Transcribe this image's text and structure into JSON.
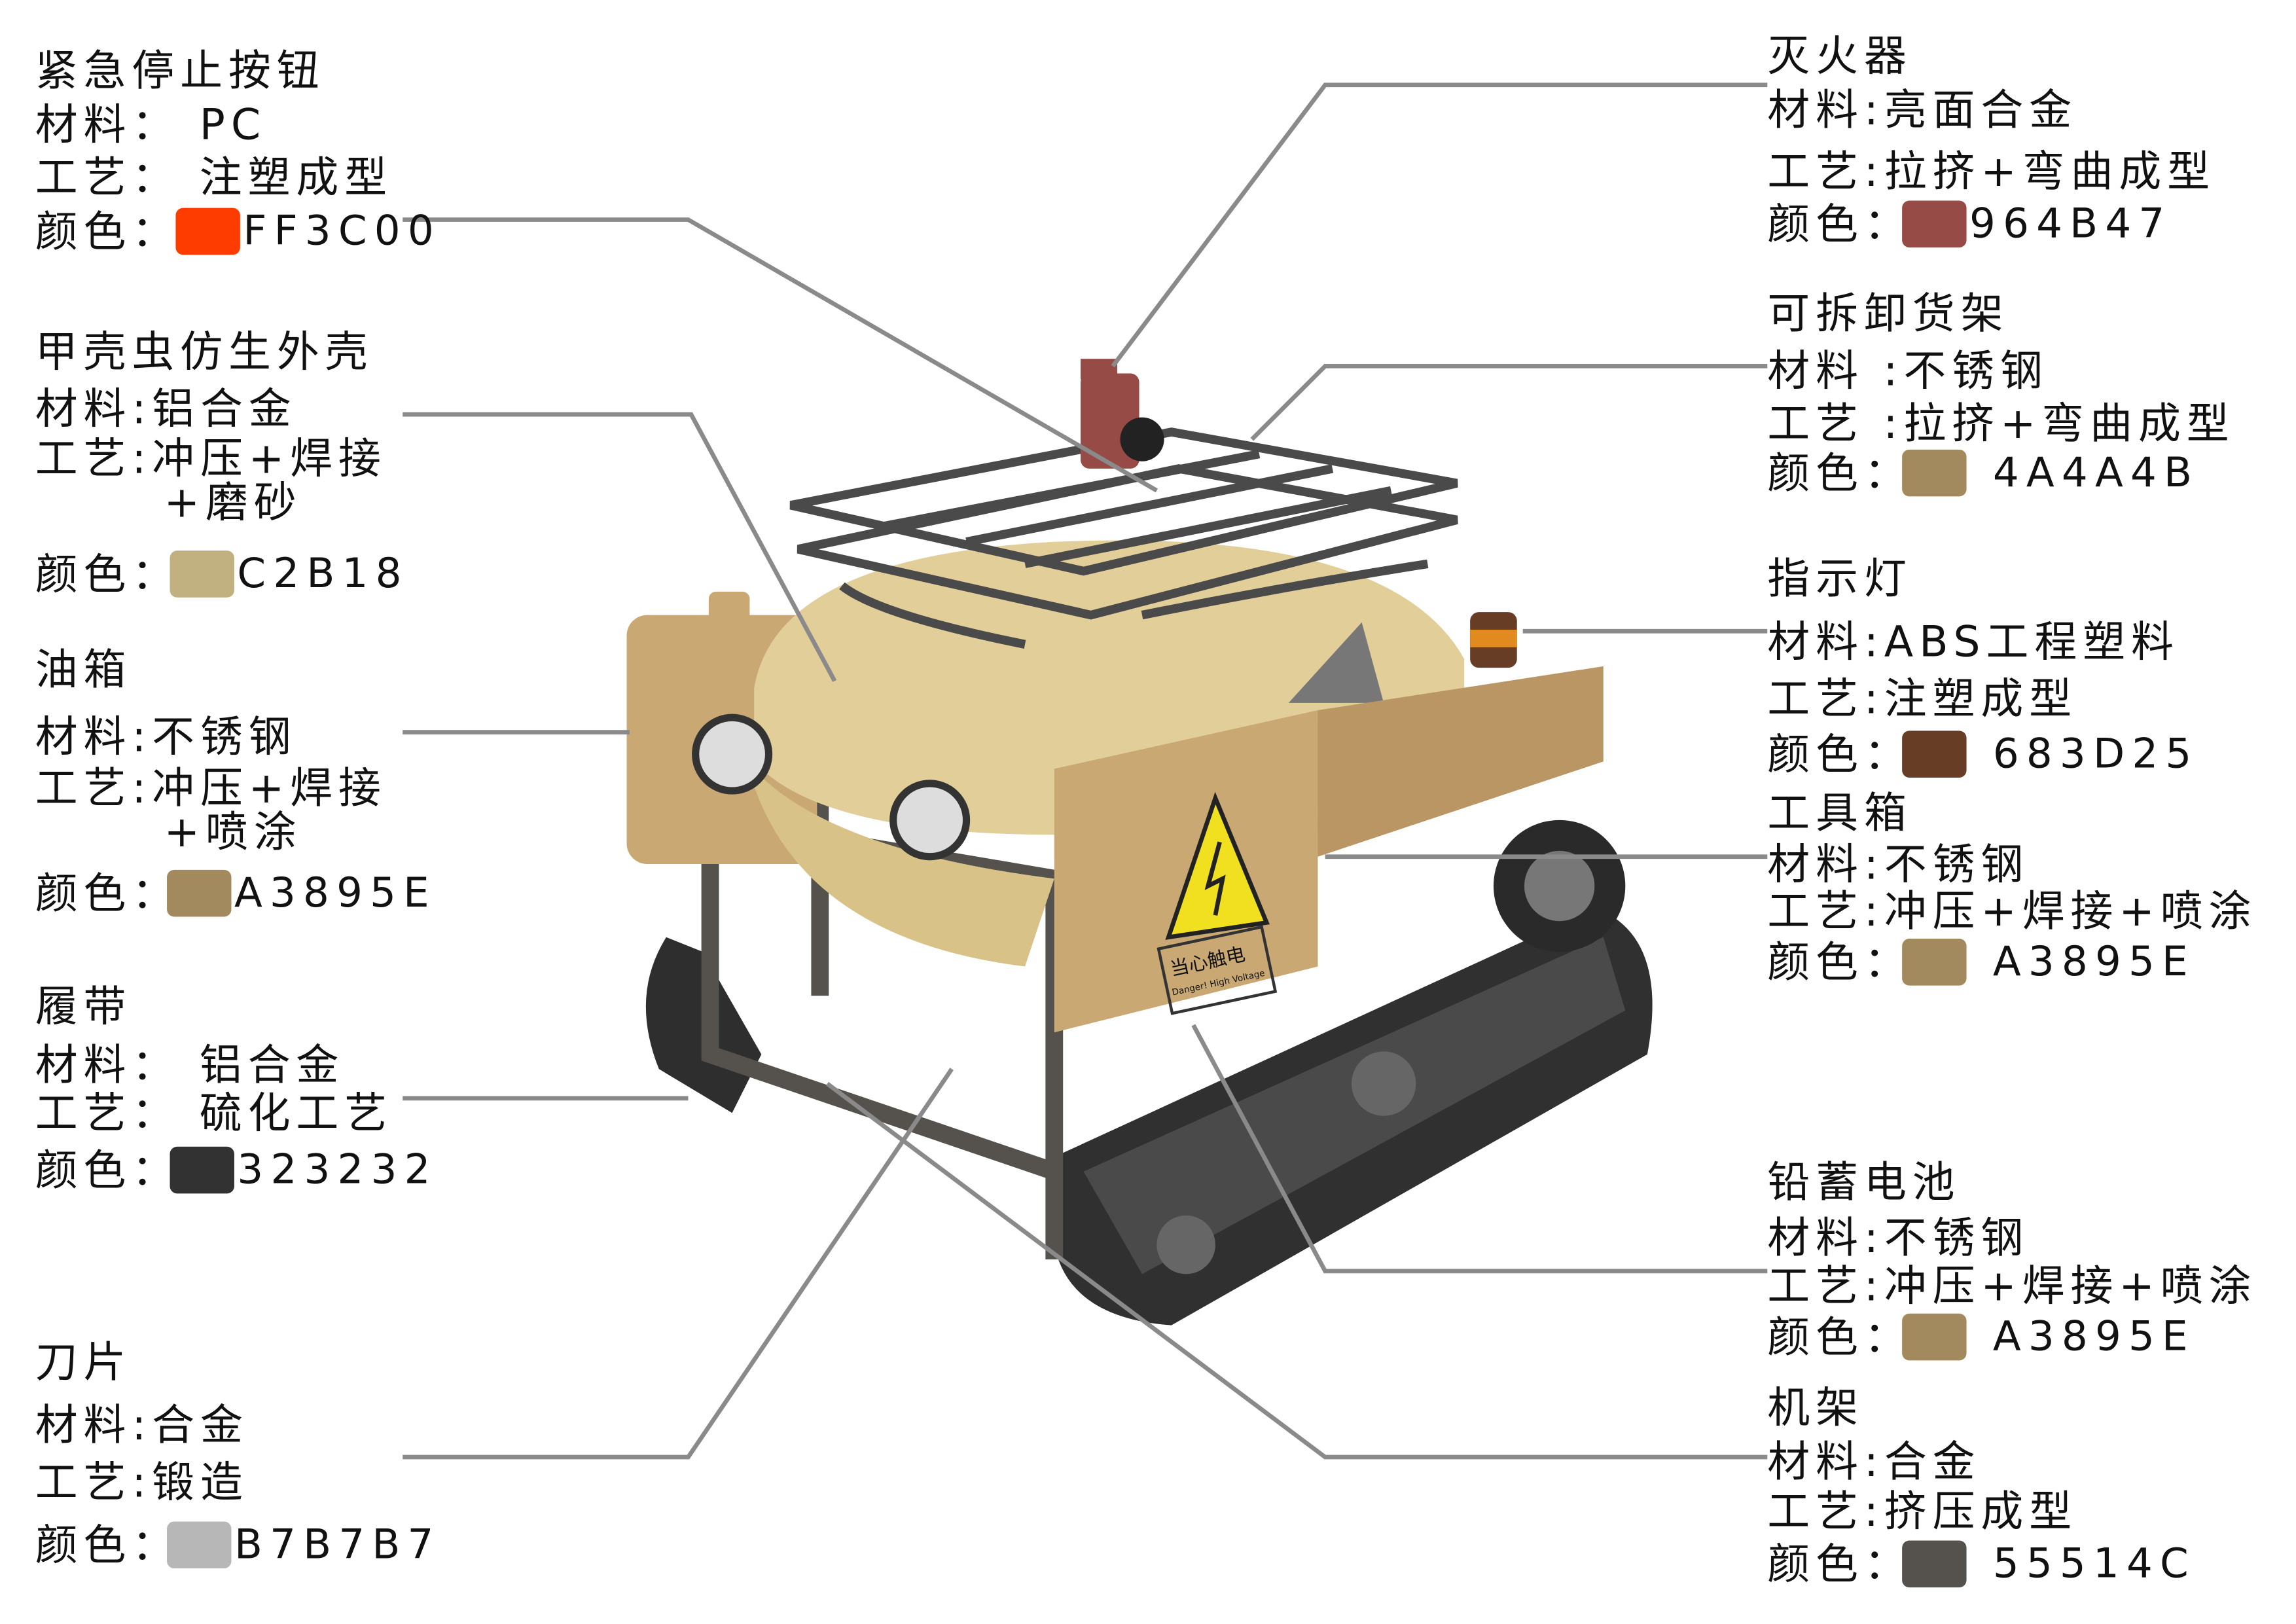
{
  "components": [
    {
      "title": "紧急停止按钮",
      "material": "材料： PC",
      "process": [
        "工艺： 注塑成型"
      ],
      "color_label": "颜色：",
      "color_code": "FF3C00",
      "swatch": "#FF3C00"
    },
    {
      "title": "甲壳虫仿生外壳",
      "material": "材料:铝合金",
      "process": [
        "工艺:冲压+焊接",
        "+磨砂"
      ],
      "color_label": "颜色：",
      "color_code": "C2B18",
      "swatch": "#C2B180"
    },
    {
      "title": "油箱",
      "material": "材料:不锈钢",
      "process": [
        "工艺:冲压+焊接",
        "+喷涂"
      ],
      "color_label": "颜色：",
      "color_code": "A3895E",
      "swatch": "#A3895E"
    },
    {
      "title": "履带",
      "material": "材料： 铝合金",
      "process": [
        "工艺： 硫化工艺"
      ],
      "color_label": "颜色：",
      "color_code": "323232",
      "swatch": "#323232"
    },
    {
      "title": "刀片",
      "material": "材料:合金",
      "process": [
        "工艺:锻造"
      ],
      "color_label": "颜色：",
      "color_code": "B7B7B7",
      "swatch": "#B7B7B7"
    },
    {
      "title": "灭火器",
      "material": "材料:亮面合金",
      "process": [
        "工艺:拉挤+弯曲成型"
      ],
      "color_label": "颜色：",
      "color_code": "964B47",
      "swatch": "#964B47"
    },
    {
      "title": "可拆卸货架",
      "material": "材料 :不锈钢",
      "process": [
        "工艺 :拉挤+弯曲成型"
      ],
      "color_label": "颜色：",
      "color_code": "4A4A4B",
      "swatch": "#A3895E"
    },
    {
      "title": "指示灯",
      "material": "材料:ABS工程塑料",
      "process": [
        "工艺:注塑成型"
      ],
      "color_label": "颜色：",
      "color_code": "683D25",
      "swatch": "#683D25"
    },
    {
      "title": "工具箱",
      "material": "材料:不锈钢",
      "process": [
        "工艺:冲压+焊接+喷涂"
      ],
      "color_label": "颜色：",
      "color_code": "A3895E",
      "swatch": "#A3895E"
    },
    {
      "title": "铅蓄电池",
      "material": "材料:不锈钢",
      "process": [
        "工艺:冲压+焊接+喷涂"
      ],
      "color_label": "颜色：",
      "color_code": "A3895E",
      "swatch": "#A3895E"
    },
    {
      "title": "机架",
      "material": "材料:合金",
      "process": [
        "工艺:挤压成型"
      ],
      "color_label": "颜色：",
      "color_code": "55514C",
      "swatch": "#55514C"
    }
  ],
  "product": {
    "warning_label": "当心触电",
    "warning_sublabel": "Danger! High Voltage"
  },
  "colors": {
    "leader_line": "#8a8a8a",
    "shell": "#E2CE98",
    "frame": "#55514C",
    "track": "#323232",
    "box": "#C9A874"
  }
}
